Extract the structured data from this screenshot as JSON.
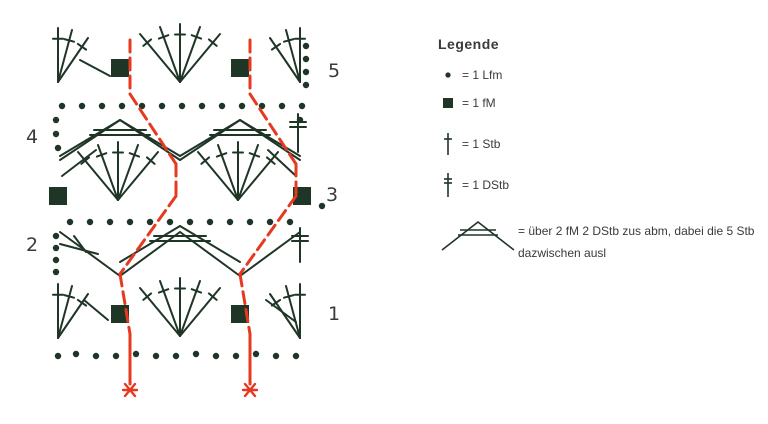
{
  "row_labels": [
    "1",
    "2",
    "3",
    "4",
    "5"
  ],
  "legend": {
    "title": "Legende",
    "items": [
      {
        "symbol": "dot-icon",
        "text": "= 1 Lfm"
      },
      {
        "symbol": "square-icon",
        "text": "= 1 fM"
      },
      {
        "symbol": "stb-icon",
        "text": "= 1 Stb"
      },
      {
        "symbol": "dstb-icon",
        "text": "= 1 DStb"
      }
    ],
    "special_text": "= über 2 fM 2 DStb zus abm, dabei die 5 Stb dazwischen ausl"
  },
  "colors": {
    "stitch": "#1f3526",
    "repeat_line": "#e53a20",
    "text": "#3a3a3a"
  }
}
